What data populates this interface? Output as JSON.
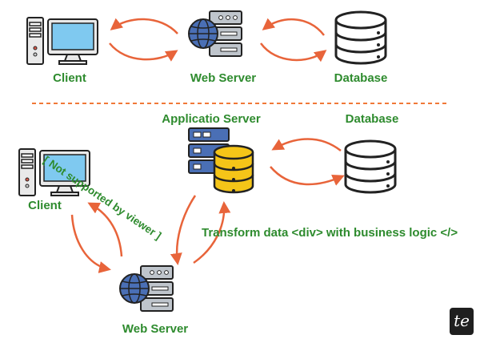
{
  "top": {
    "client_label": "Client",
    "web_server_label": "Web Server",
    "database_label": "Database"
  },
  "bottom": {
    "app_server_label": "Applicatio Server",
    "database_label": "Database",
    "client_label": "Client",
    "web_server_label": "Web Server",
    "note": "[ Not supported by viewer ]",
    "transform_label": "Transform data <div> with business logic </>"
  },
  "logo_text": "te",
  "colors": {
    "label_green": "#2e8b2e",
    "arrow_orange": "#e8643a",
    "divider_orange": "#f07838",
    "database_yellow": "#f5c518",
    "monitor_blue": "#7fc9f0",
    "server_blue": "#4a6fb5"
  }
}
